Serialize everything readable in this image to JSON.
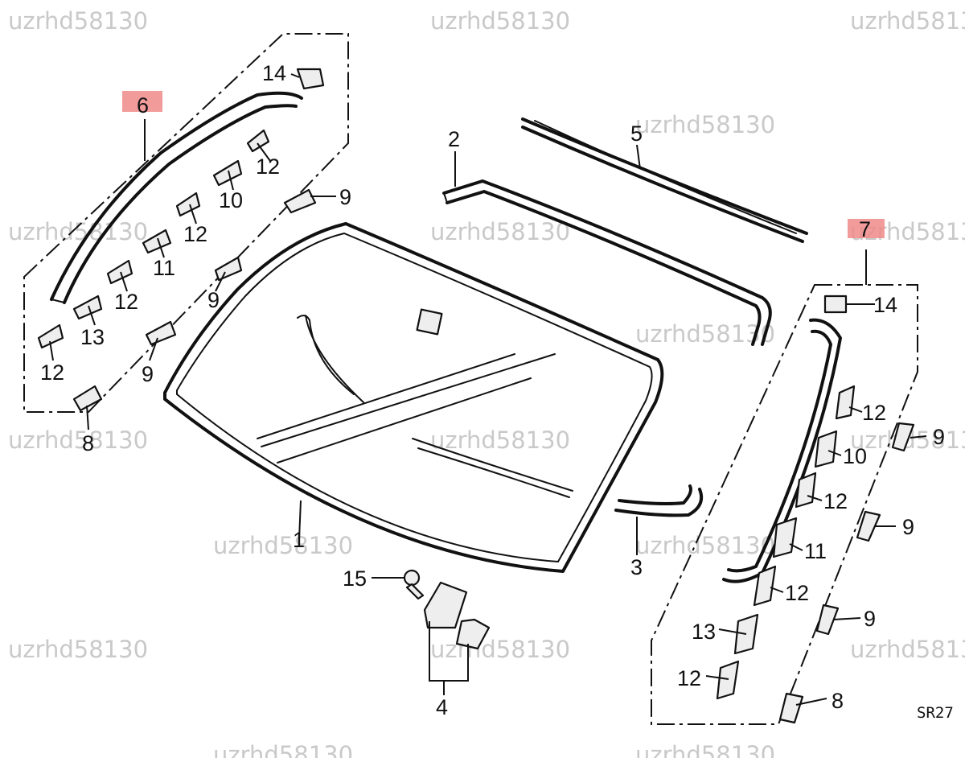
{
  "watermark": "uzrhd58130",
  "diagram_code": "SR27",
  "highlight_color": "#ef8a8a",
  "labels": {
    "n1": "1",
    "n2": "2",
    "n3": "3",
    "n4": "4",
    "n5": "5",
    "n6": "6",
    "n7": "7",
    "n8": "8",
    "n9": "9",
    "n10": "10",
    "n11": "11",
    "n12": "12",
    "n13": "13",
    "n14": "14",
    "n15": "15"
  }
}
